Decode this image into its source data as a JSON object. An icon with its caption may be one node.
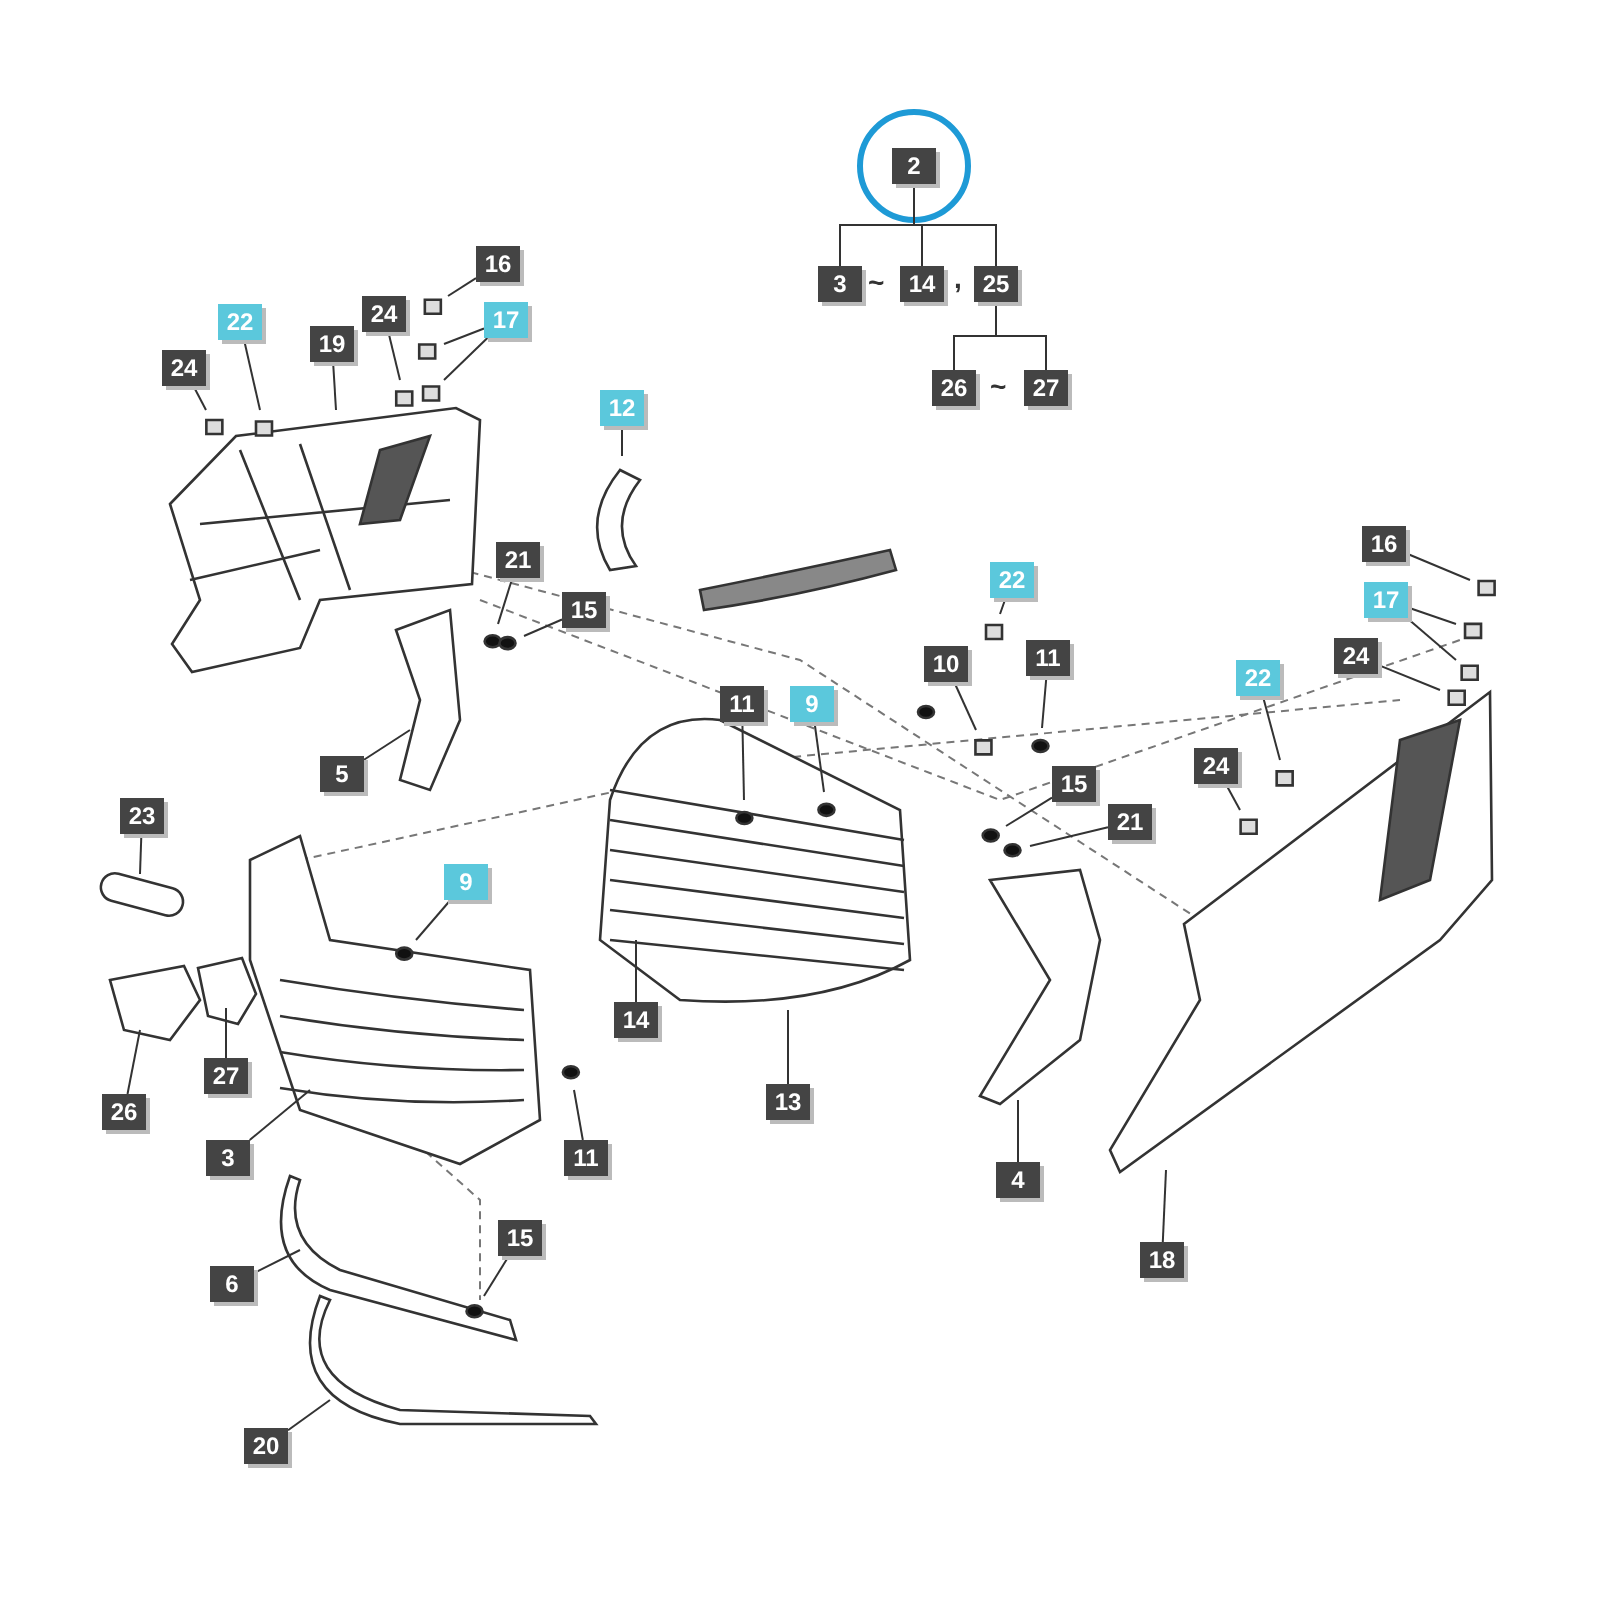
{
  "diagram": {
    "nodes": [
      {
        "text": [
          "2"
        ]
      },
      {
        "text": [
          "3"
        ]
      },
      {
        "text": [
          "14"
        ]
      },
      {
        "text": [
          "25"
        ]
      },
      {
        "text": [
          "26"
        ]
      },
      {
        "text": [
          "27"
        ]
      },
      {
        "text": [
          "24"
        ]
      },
      {
        "text": [
          "22"
        ]
      },
      {
        "text": [
          "19"
        ]
      },
      {
        "text": [
          "24"
        ]
      },
      {
        "text": [
          "16"
        ]
      },
      {
        "text": [
          "17"
        ]
      },
      {
        "text": [
          "12"
        ]
      },
      {
        "text": [
          "21"
        ]
      },
      {
        "text": [
          "15"
        ]
      },
      {
        "text": [
          "5"
        ]
      },
      {
        "text": [
          "11"
        ]
      },
      {
        "text": [
          "9"
        ]
      },
      {
        "text": [
          "22"
        ]
      },
      {
        "text": [
          "10"
        ]
      },
      {
        "text": [
          "11"
        ]
      },
      {
        "text": [
          "15"
        ]
      },
      {
        "text": [
          "21"
        ]
      },
      {
        "text": [
          "23"
        ]
      },
      {
        "text": [
          "9"
        ]
      },
      {
        "text": [
          "26"
        ]
      },
      {
        "text": [
          "27"
        ]
      },
      {
        "text": [
          "3"
        ]
      },
      {
        "text": [
          "14"
        ]
      },
      {
        "text": [
          "13"
        ]
      },
      {
        "text": [
          "11"
        ]
      },
      {
        "text": [
          "4"
        ]
      },
      {
        "text": [
          "6"
        ]
      },
      {
        "text": [
          "15"
        ]
      },
      {
        "text": [
          "20"
        ]
      },
      {
        "text": [
          "16"
        ]
      },
      {
        "text": [
          "17"
        ]
      },
      {
        "text": [
          "24"
        ]
      },
      {
        "text": [
          "22"
        ]
      },
      {
        "text": [
          "24"
        ]
      },
      {
        "text": [
          "18"
        ]
      }
    ],
    "edges": [
      {
        "from": 0,
        "to": 1,
        "arrow": "none"
      },
      {
        "from": 0,
        "to": 2,
        "arrow": "none"
      },
      {
        "from": 0,
        "to": 3,
        "arrow": "none"
      },
      {
        "from": 3,
        "to": 4,
        "arrow": "none"
      },
      {
        "from": 3,
        "to": 5,
        "arrow": "none"
      },
      {
        "from": 6,
        "to": null,
        "arrow": "none"
      },
      {
        "from": 7,
        "to": null,
        "arrow": "none"
      },
      {
        "from": 8,
        "to": null,
        "arrow": "none"
      },
      {
        "from": 9,
        "to": null,
        "arrow": "none"
      },
      {
        "from": 10,
        "to": null,
        "arrow": "none"
      },
      {
        "from": 11,
        "to": null,
        "arrow": "none"
      },
      {
        "from": 11,
        "to": null,
        "arrow": "none"
      },
      {
        "from": 12,
        "to": null,
        "arrow": "none"
      },
      {
        "from": 13,
        "to": null,
        "arrow": "none"
      },
      {
        "from": 14,
        "to": null,
        "arrow": "none"
      },
      {
        "from": 15,
        "to": null,
        "arrow": "none"
      },
      {
        "from": 16,
        "to": null,
        "arrow": "none"
      },
      {
        "from": 17,
        "to": null,
        "arrow": "none"
      },
      {
        "from": 18,
        "to": null,
        "arrow": "none"
      },
      {
        "from": 19,
        "to": null,
        "arrow": "none"
      },
      {
        "from": 20,
        "to": null,
        "arrow": "none"
      },
      {
        "from": 21,
        "to": null,
        "arrow": "none"
      },
      {
        "from": 22,
        "to": null,
        "arrow": "none"
      },
      {
        "from": 23,
        "to": null,
        "arrow": "none"
      },
      {
        "from": 24,
        "to": null,
        "arrow": "none"
      },
      {
        "from": 25,
        "to": null,
        "arrow": "none"
      },
      {
        "from": 26,
        "to": null,
        "arrow": "none"
      },
      {
        "from": 27,
        "to": null,
        "arrow": "none"
      },
      {
        "from": 28,
        "to": null,
        "arrow": "none"
      },
      {
        "from": 29,
        "to": null,
        "arrow": "none"
      },
      {
        "from": 30,
        "to": null,
        "arrow": "none"
      },
      {
        "from": 31,
        "to": null,
        "arrow": "none"
      },
      {
        "from": 32,
        "to": null,
        "arrow": "none"
      },
      {
        "from": 33,
        "to": null,
        "arrow": "none"
      },
      {
        "from": 34,
        "to": null,
        "arrow": "none"
      },
      {
        "from": 35,
        "to": null,
        "arrow": "none"
      },
      {
        "from": 36,
        "to": null,
        "arrow": "none"
      },
      {
        "from": 36,
        "to": null,
        "arrow": "none"
      },
      {
        "from": 37,
        "to": null,
        "arrow": "none"
      },
      {
        "from": 38,
        "to": null,
        "arrow": "none"
      },
      {
        "from": 39,
        "to": null,
        "arrow": "none"
      },
      {
        "from": 40,
        "to": null,
        "arrow": "none"
      }
    ],
    "labels": [
      "~",
      ",",
      "~"
    ]
  }
}
